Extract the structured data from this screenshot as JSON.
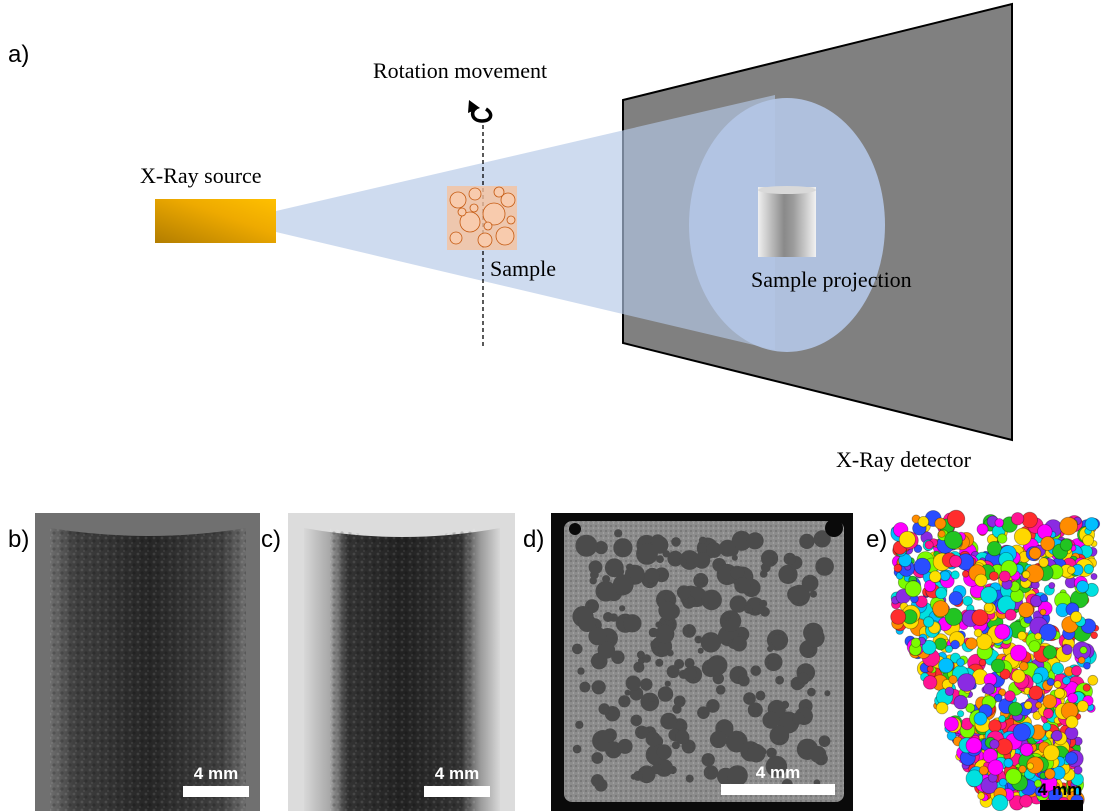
{
  "panel_labels": {
    "a": "a)",
    "b": "b)",
    "c": "c)",
    "d": "d)",
    "e": "e)"
  },
  "setup_diagram": {
    "source_label": "X-Ray source",
    "rotation_label": "Rotation movement",
    "sample_label": "Sample",
    "projection_label": "Sample projection",
    "detector_label": "X-Ray detector"
  },
  "scale_bars": {
    "b": "4 mm",
    "c": "4 mm",
    "d": "4 mm",
    "e": "4 mm"
  },
  "colors": {
    "source_gold": "#f5b700",
    "beam_blue": "#b4c7e7",
    "detector_gray": "#808080",
    "sample_orange": "#f4b183"
  }
}
